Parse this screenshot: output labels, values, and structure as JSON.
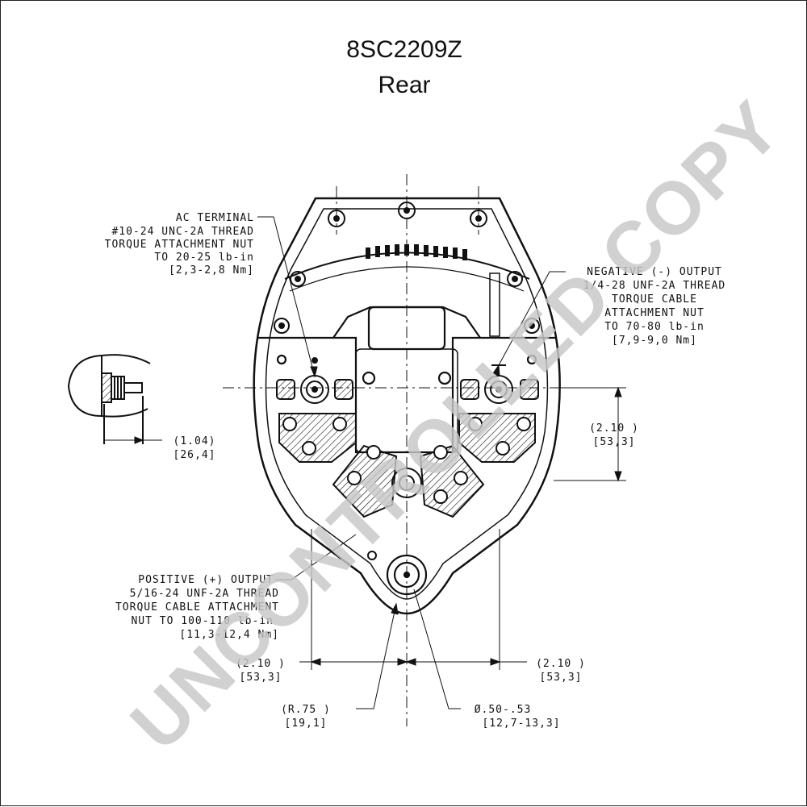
{
  "title": "8SC2209Z",
  "subtitle": "Rear",
  "labels": {
    "ac_terminal": [
      "AC TERMINAL",
      "#10-24 UNC-2A THREAD",
      "TORQUE ATTACHMENT NUT",
      "TO 20-25 lb-in",
      "[2,3-2,8 Nm]"
    ],
    "negative_output": [
      "NEGATIVE (-) OUTPUT",
      "1/4-28 UNF-2A THREAD",
      "TORQUE CABLE",
      "ATTACHMENT NUT",
      "TO 70-80 lb-in",
      "[7,9-9,0 Nm]"
    ],
    "positive_output": [
      "POSITIVE (+) OUTPUT",
      "5/16-24 UNF-2A THREAD",
      "TORQUE CABLE ATTACHMENT",
      "NUT TO 100-110 lb-in",
      "[11,3-12,4 Nm]"
    ],
    "dim_terminal": [
      "(1.04)",
      "[26,4]"
    ],
    "dim_right_vertical": [
      "(2.10 )",
      "[53,3]"
    ],
    "dim_bottom_left": [
      "(2.10 )",
      "[53,3]"
    ],
    "dim_bottom_right": [
      "(2.10 )",
      "[53,3]"
    ],
    "dim_radius": [
      "(R.75 )",
      "[19,1]"
    ],
    "dim_diameter": [
      "Ø.50-.53",
      "[12,7-13,3]"
    ]
  },
  "watermark": "UNCONTROLLED COPY",
  "colors": {
    "ink": "#111111",
    "watermark": "#c8c8c8"
  }
}
